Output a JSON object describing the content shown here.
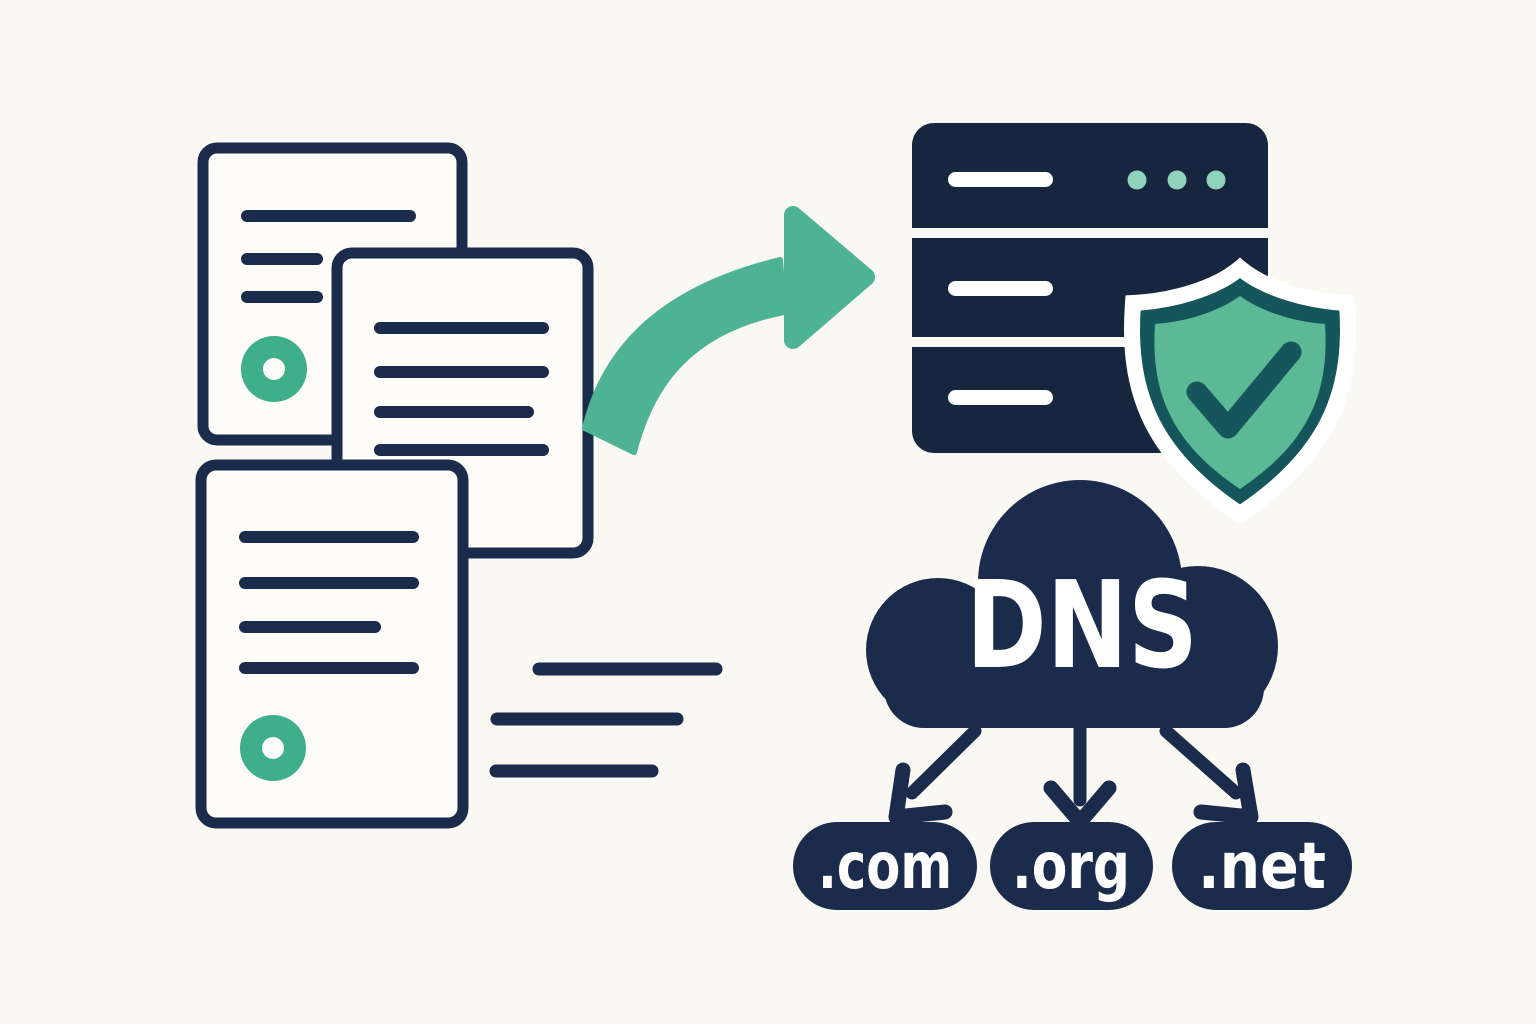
{
  "colors": {
    "background": "#faf8f3",
    "navy": "#1b2b4b",
    "navy_deep": "#17263f",
    "document_fill": "#fdfcf8",
    "green_badge": "#3fae8a",
    "green_arrow": "#4db394",
    "shield_green": "#5cb996",
    "teal_dark": "#14565c",
    "mint_dots": "#8fd3bd",
    "white": "#ffffff"
  },
  "cloud": {
    "label": "DNS"
  },
  "domains": [
    {
      "label": ".com"
    },
    {
      "label": ".org"
    },
    {
      "label": ".net"
    }
  ],
  "icons": {
    "documents": "document-stack-icon",
    "arrow": "curved-transfer-arrow-icon",
    "server": "server-stack-icon",
    "shield": "shield-check-icon",
    "cloud": "dns-cloud-icon",
    "badges": "record-badge-icon"
  }
}
